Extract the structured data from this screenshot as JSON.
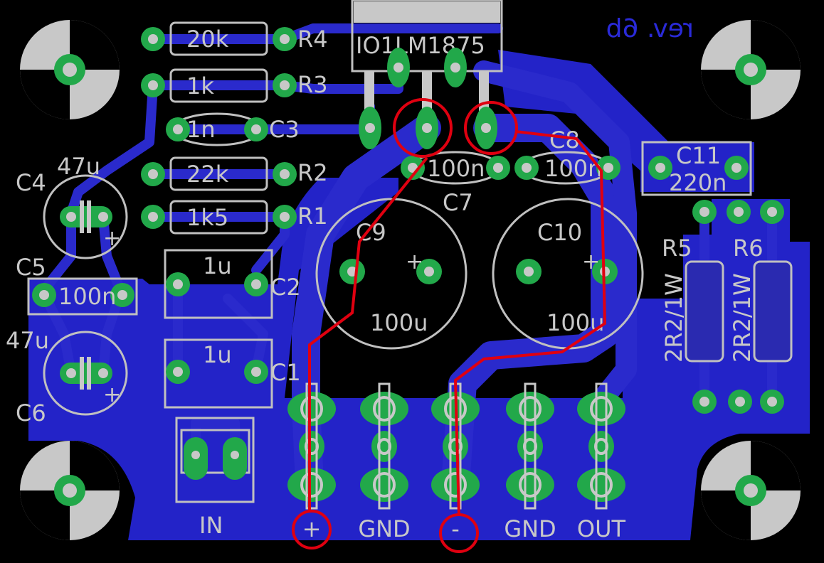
{
  "board": {
    "revision": "rev. 6b",
    "colors": {
      "background": "#000000",
      "copper": "#2323c8",
      "pad": "#22a84a",
      "silkscreen": "#c8c8c8",
      "highlight": "#e00010"
    }
  },
  "components": {
    "ic": "IO1LM1875",
    "r4": {
      "value": "20k",
      "ref": "R4"
    },
    "r3": {
      "value": "1k",
      "ref": "R3"
    },
    "c3": {
      "value": "1n",
      "ref": "C3"
    },
    "r2": {
      "value": "22k",
      "ref": "R2"
    },
    "r1": {
      "value": "1k5",
      "ref": "R1"
    },
    "c4": {
      "value": "47u",
      "ref": "C4"
    },
    "c5": {
      "value": "100n",
      "ref": "C5"
    },
    "c6": {
      "value": "47u",
      "ref": "C6"
    },
    "c2": {
      "value": "1u",
      "ref": "C2"
    },
    "c1": {
      "value": "1u",
      "ref": "C1"
    },
    "c7": {
      "value": "100n",
      "ref": "C7"
    },
    "c8": {
      "value": "100n",
      "ref": "C8"
    },
    "c9": {
      "value": "100u",
      "ref": "C9"
    },
    "c10": {
      "value": "100u",
      "ref": "C10"
    },
    "c11": {
      "value": "220n",
      "ref": "C11"
    },
    "r5": {
      "value": "2R2/1W",
      "ref": "R5"
    },
    "r6": {
      "value": "2R2/1W",
      "ref": "R6"
    }
  },
  "connectors": {
    "in": "IN",
    "terminals": [
      "+",
      "GND",
      "-",
      "GND",
      "OUT"
    ]
  },
  "polarity_mark": "+"
}
